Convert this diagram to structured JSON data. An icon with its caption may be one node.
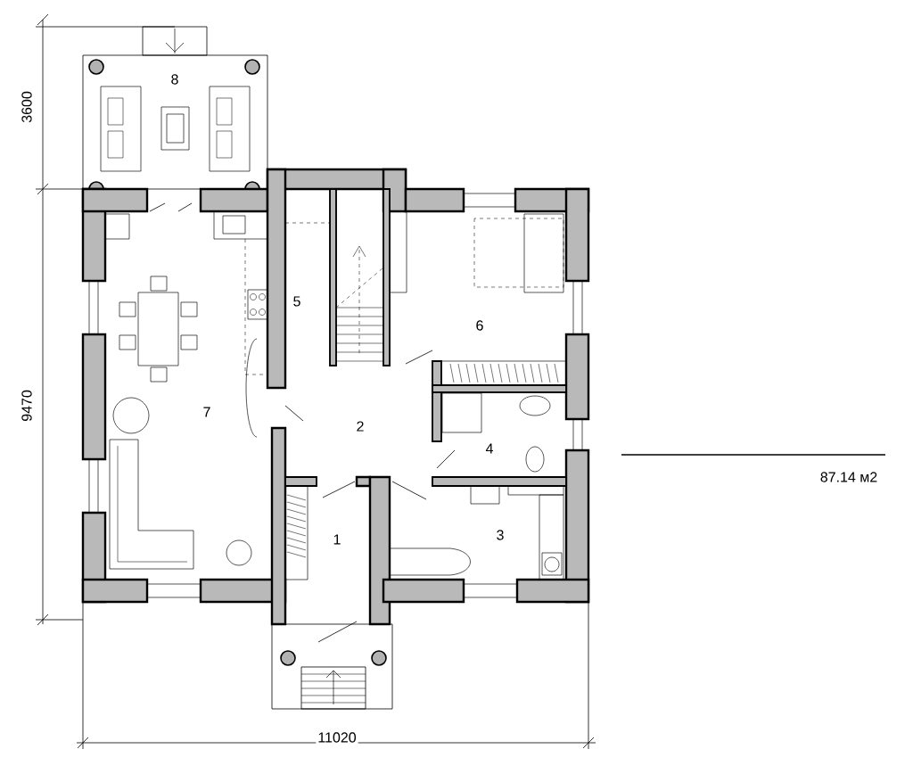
{
  "diagram": {
    "labels": [
      "3600",
      "8",
      "5",
      "6",
      "9470",
      "7",
      "2",
      "4",
      "87.14 м2",
      "1",
      "3",
      "11020"
    ]
  }
}
